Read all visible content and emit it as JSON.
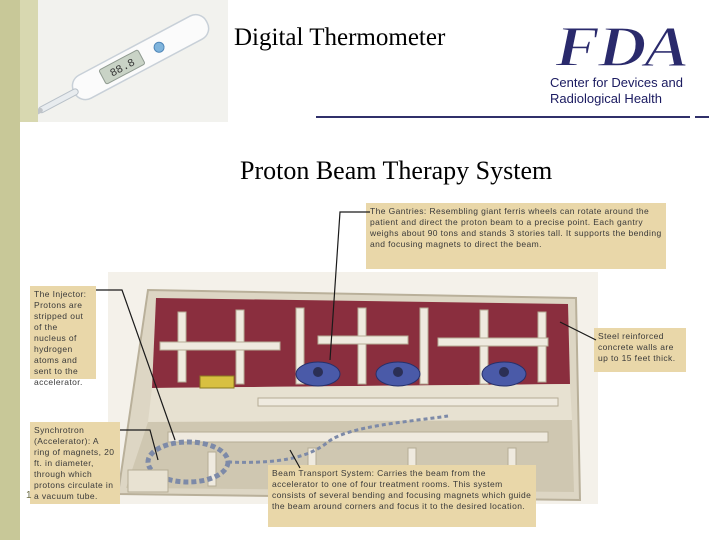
{
  "slide": {
    "title": "Digital Thermometer",
    "subtitle": "Proton Beam Therapy System",
    "page_number": "1"
  },
  "logo": {
    "text": "FDA",
    "caption": "Center for Devices and Radiological Health"
  },
  "thermometer": {
    "display": "88.8"
  },
  "callouts": {
    "gantries": "The Gantries: Resembling giant ferris wheels can rotate around the patient and direct the proton beam to a precise point. Each gantry weighs about 90 tons and stands 3 stories tall. It supports the bending and focusing magnets to direct the beam.",
    "injector": "The Injector: Protons are stripped out of the nucleus of hydrogen atoms and sent to the accelerator.",
    "walls": "Steel reinforced concrete walls are up to 15 feet thick.",
    "synchrotron": "Synchrotron (Accelerator): A ring of magnets, 20 ft. in diameter, through which protons circulate in a vacuum tube.",
    "beam_transport": "Beam Transport System: Carries the beam from the accelerator to one of four treatment rooms. This system consists of several bending and focusing magnets which guide the beam around corners and focus it to the desired location."
  },
  "colors": {
    "fda_blue": "#2a2a6c",
    "callout_bg": "#e9d7a9",
    "floor_maroon": "#8a2e3e"
  }
}
